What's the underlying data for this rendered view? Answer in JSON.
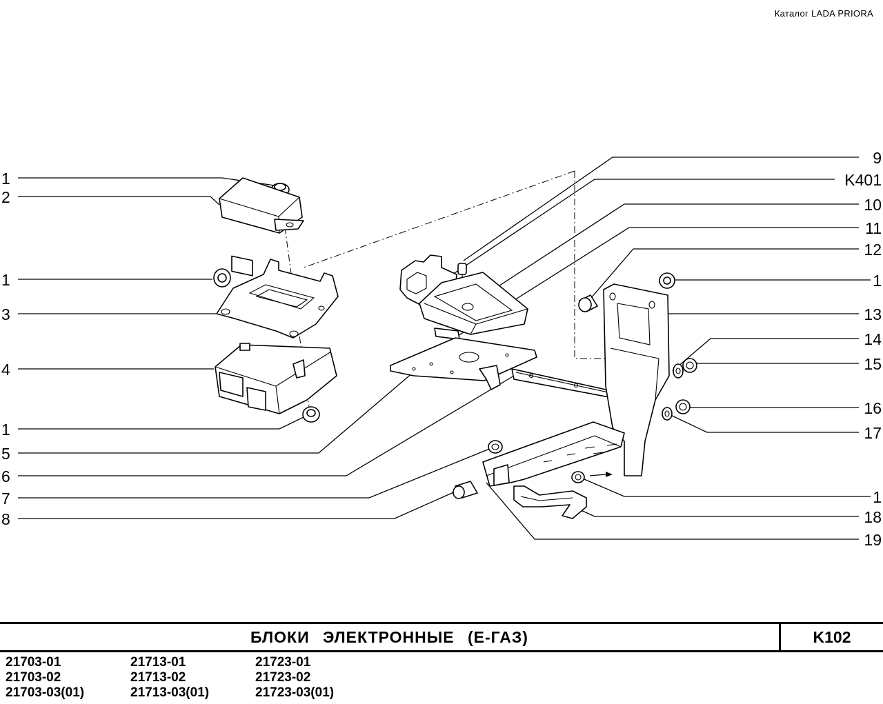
{
  "catalog": "Каталог  LADA  PRIORA",
  "labels_left": [
    "1",
    "2",
    "1",
    "3",
    "4",
    "1",
    "5",
    "6",
    "7",
    "8"
  ],
  "labels_right": [
    "9",
    "K401",
    "10",
    "11",
    "12",
    "1",
    "13",
    "14",
    "15",
    "16",
    "17",
    "1",
    "18",
    "19"
  ],
  "title": "БЛОКИ   ЭЛЕКТРОННЫЕ  (Е-ГАЗ)",
  "code": "K102",
  "models": [
    [
      "21703-01",
      "21703-02",
      "21703-03(01)"
    ],
    [
      "21713-01",
      "21713-02",
      "21713-03(01)"
    ],
    [
      "21723-01",
      "21723-02",
      "21723-03(01)"
    ]
  ]
}
